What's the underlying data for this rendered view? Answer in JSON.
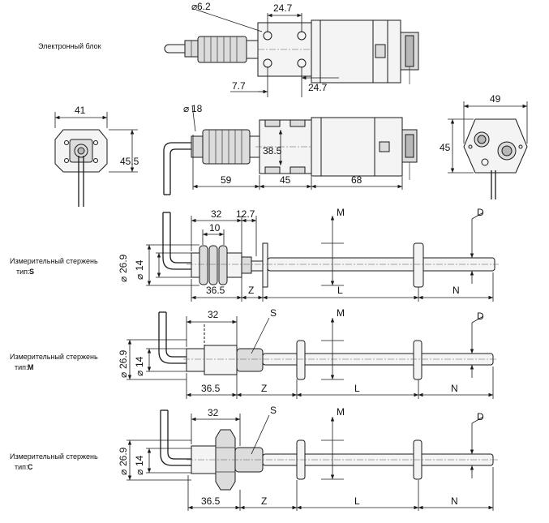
{
  "labels": {
    "electronic_block": "Электронный блок",
    "rod_caption": "Измерительный стержень",
    "type_prefix": "тип: ",
    "type_s": "S",
    "type_m": "M",
    "type_c": "C"
  },
  "top_view": {
    "d_hole": "6.2",
    "w1": "24.7",
    "w2": "24.7",
    "w3": "7.7"
  },
  "side_view": {
    "d_shaft": "18",
    "h": "38.5",
    "l1": "59",
    "l2": "45",
    "l3": "68"
  },
  "front_view": {
    "w": "41",
    "h": "45.5"
  },
  "rear_view": {
    "w": "49",
    "h": "45"
  },
  "rod_s": {
    "d_outer": "26.9",
    "d_inner": "14",
    "len_32": "32",
    "len_12_7": "12.7",
    "len_10": "10",
    "len_36_5": "36.5",
    "z": "Z",
    "l": "L",
    "n": "N",
    "m": "M",
    "d": "D"
  },
  "rod_m": {
    "d_outer": "26.9",
    "d_inner": "14",
    "len_32": "32",
    "len_36_5": "36.5",
    "s": "S",
    "z": "Z",
    "l": "L",
    "n": "N",
    "m": "M",
    "d": "D"
  },
  "rod_c": {
    "d_outer": "26.9",
    "d_inner": "14",
    "len_32": "32",
    "len_36_5": "36.5",
    "s": "S",
    "z": "Z",
    "l": "L",
    "n": "N",
    "m": "M",
    "d": "D"
  }
}
